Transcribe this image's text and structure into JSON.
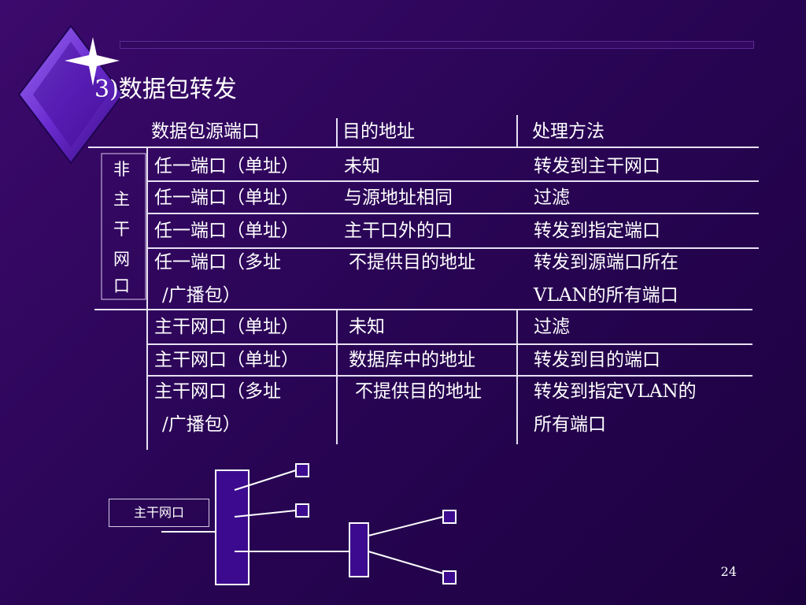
{
  "slide": {
    "title": "3)数据包转发",
    "page_number": "24"
  },
  "table": {
    "headers": [
      "数据包源端口",
      "目的地址",
      "处理方法"
    ],
    "group_label": [
      "非",
      "主",
      "干",
      "网",
      "口"
    ],
    "rows": [
      {
        "source": [
          "任一端口（单址）"
        ],
        "dest": "未知",
        "action": [
          "转发到主干网口"
        ]
      },
      {
        "source": [
          "任一端口（单址）"
        ],
        "dest": "与源地址相同",
        "action": [
          "过滤"
        ]
      },
      {
        "source": [
          "任一端口（单址）"
        ],
        "dest": "主干口外的口",
        "action": [
          "转发到指定端口"
        ]
      },
      {
        "source": [
          "任一端口（多址",
          "/广播包）"
        ],
        "dest": "不提供目的地址",
        "action": [
          "转发到源端口所在",
          "VLAN的所有端口"
        ]
      },
      {
        "source": [
          "主干网口（单址）"
        ],
        "dest": "未知",
        "action": [
          "过滤"
        ]
      },
      {
        "source": [
          "主干网口（单址）"
        ],
        "dest": "数据库中的地址",
        "action": [
          "转发到目的端口"
        ]
      },
      {
        "source": [
          "主干网口（多址",
          "/广播包）"
        ],
        "dest": "不提供目的地址",
        "action": [
          "转发到指定VLAN的",
          "所有端口"
        ]
      }
    ]
  },
  "diagram": {
    "trunk_label": "主干网口"
  },
  "colors": {
    "background": "#2a0556",
    "box_fill": "#3c0a8e",
    "line": "#ffffff"
  }
}
